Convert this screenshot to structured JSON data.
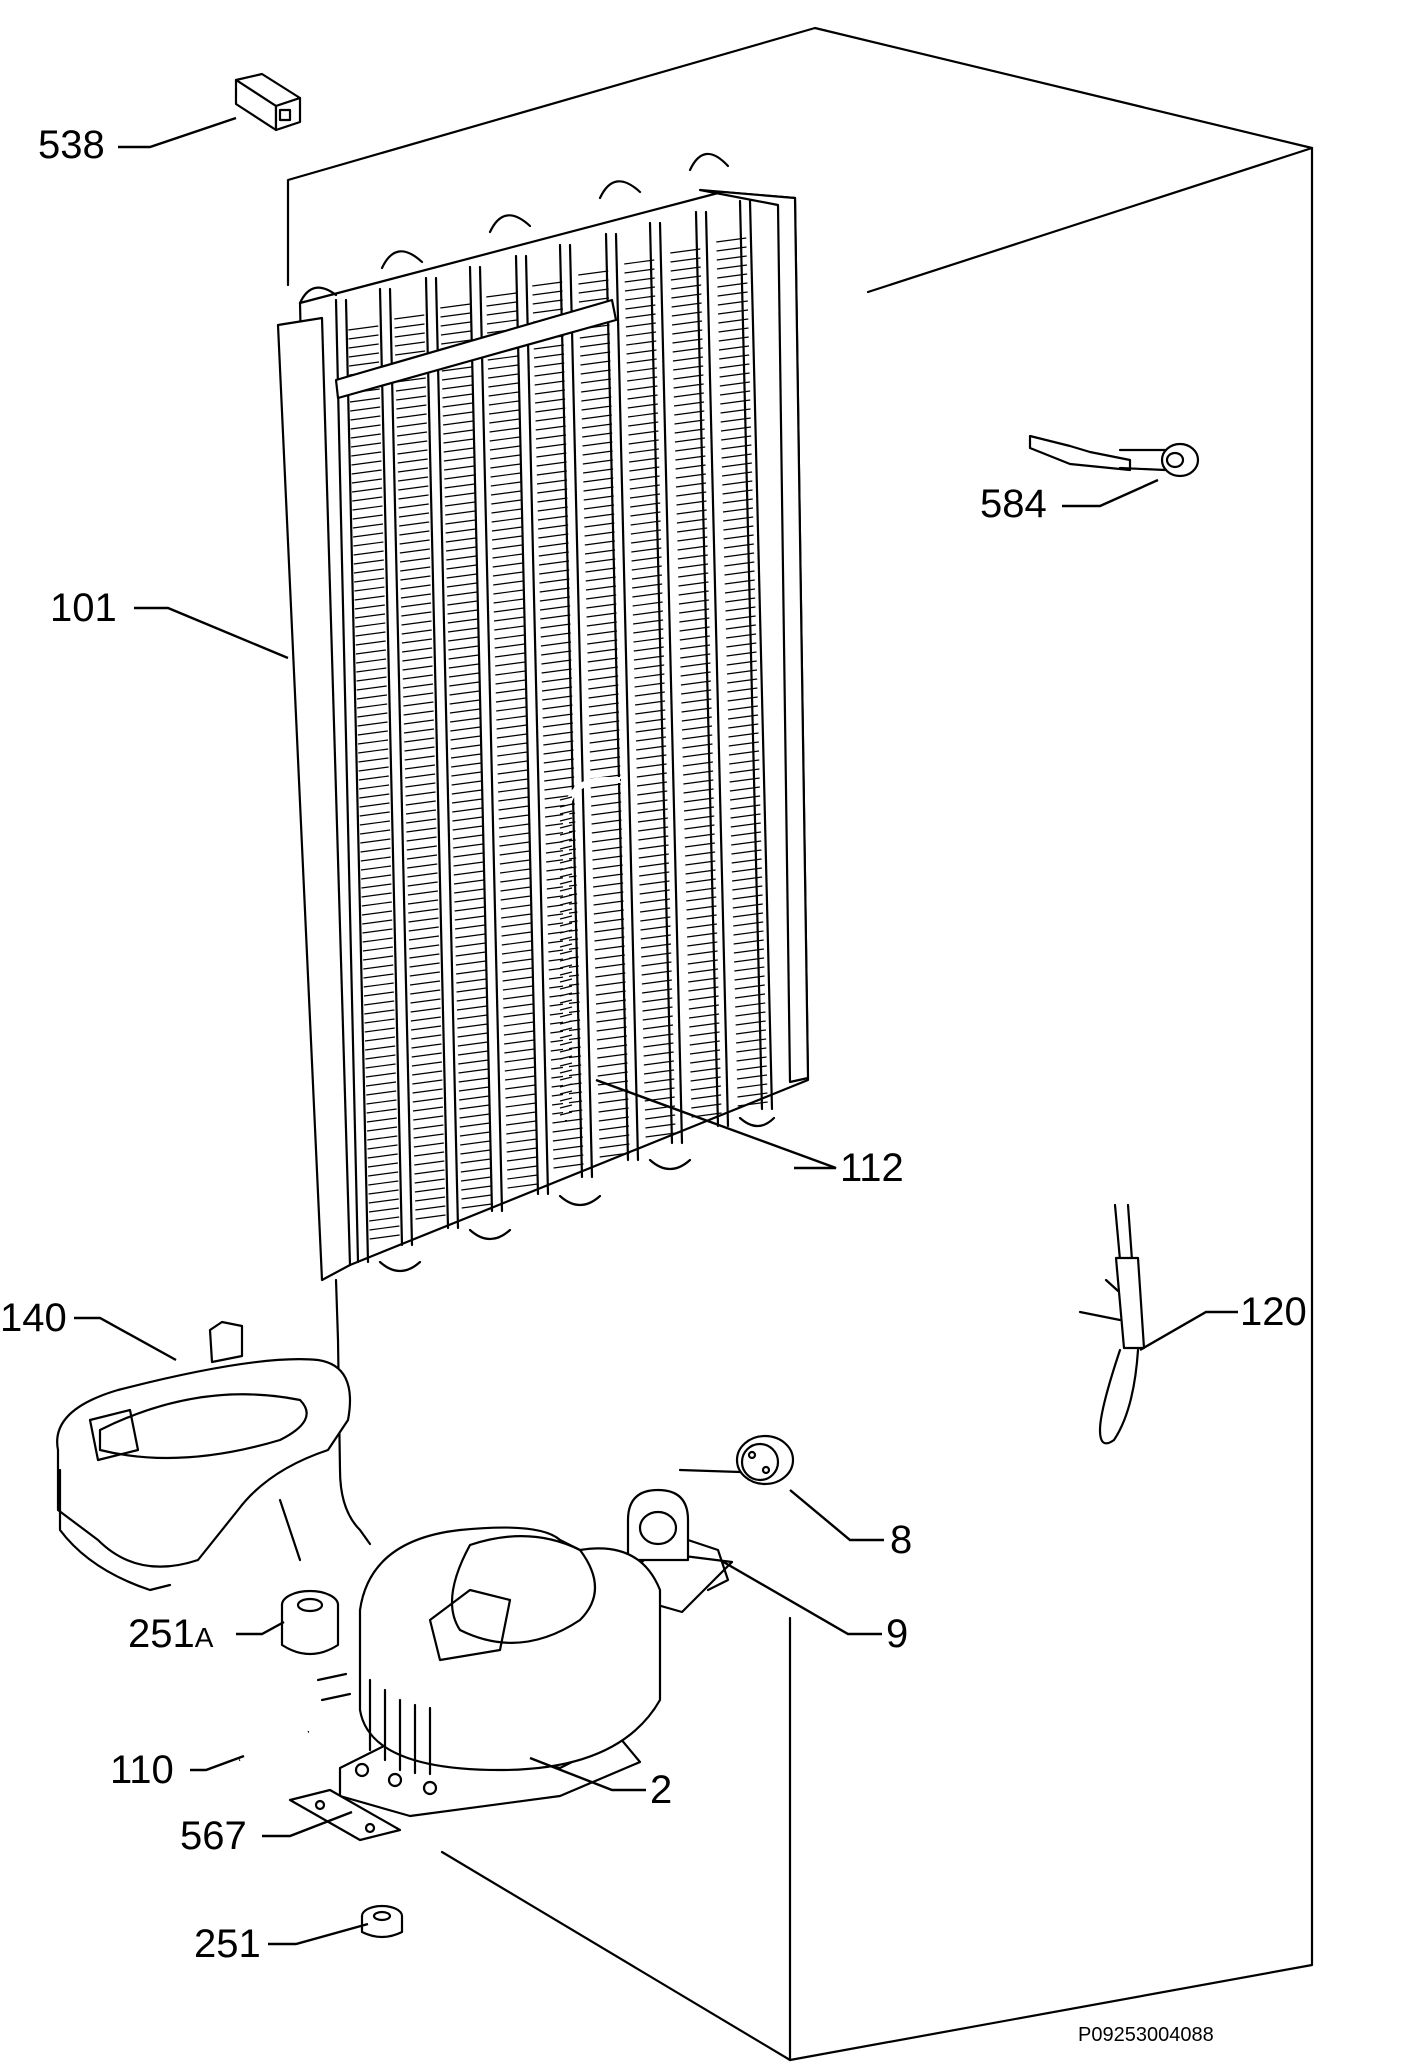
{
  "labels": {
    "p538": "538",
    "p584": "584",
    "p101": "101",
    "p112": "112",
    "p140": "140",
    "p120": "120",
    "p8": "8",
    "p9": "9",
    "p251a_num": "251",
    "p251a_suffix": "A",
    "p110": "110",
    "p2": "2",
    "p567": "567",
    "p251": "251"
  },
  "drawing_code": "P09253004088"
}
